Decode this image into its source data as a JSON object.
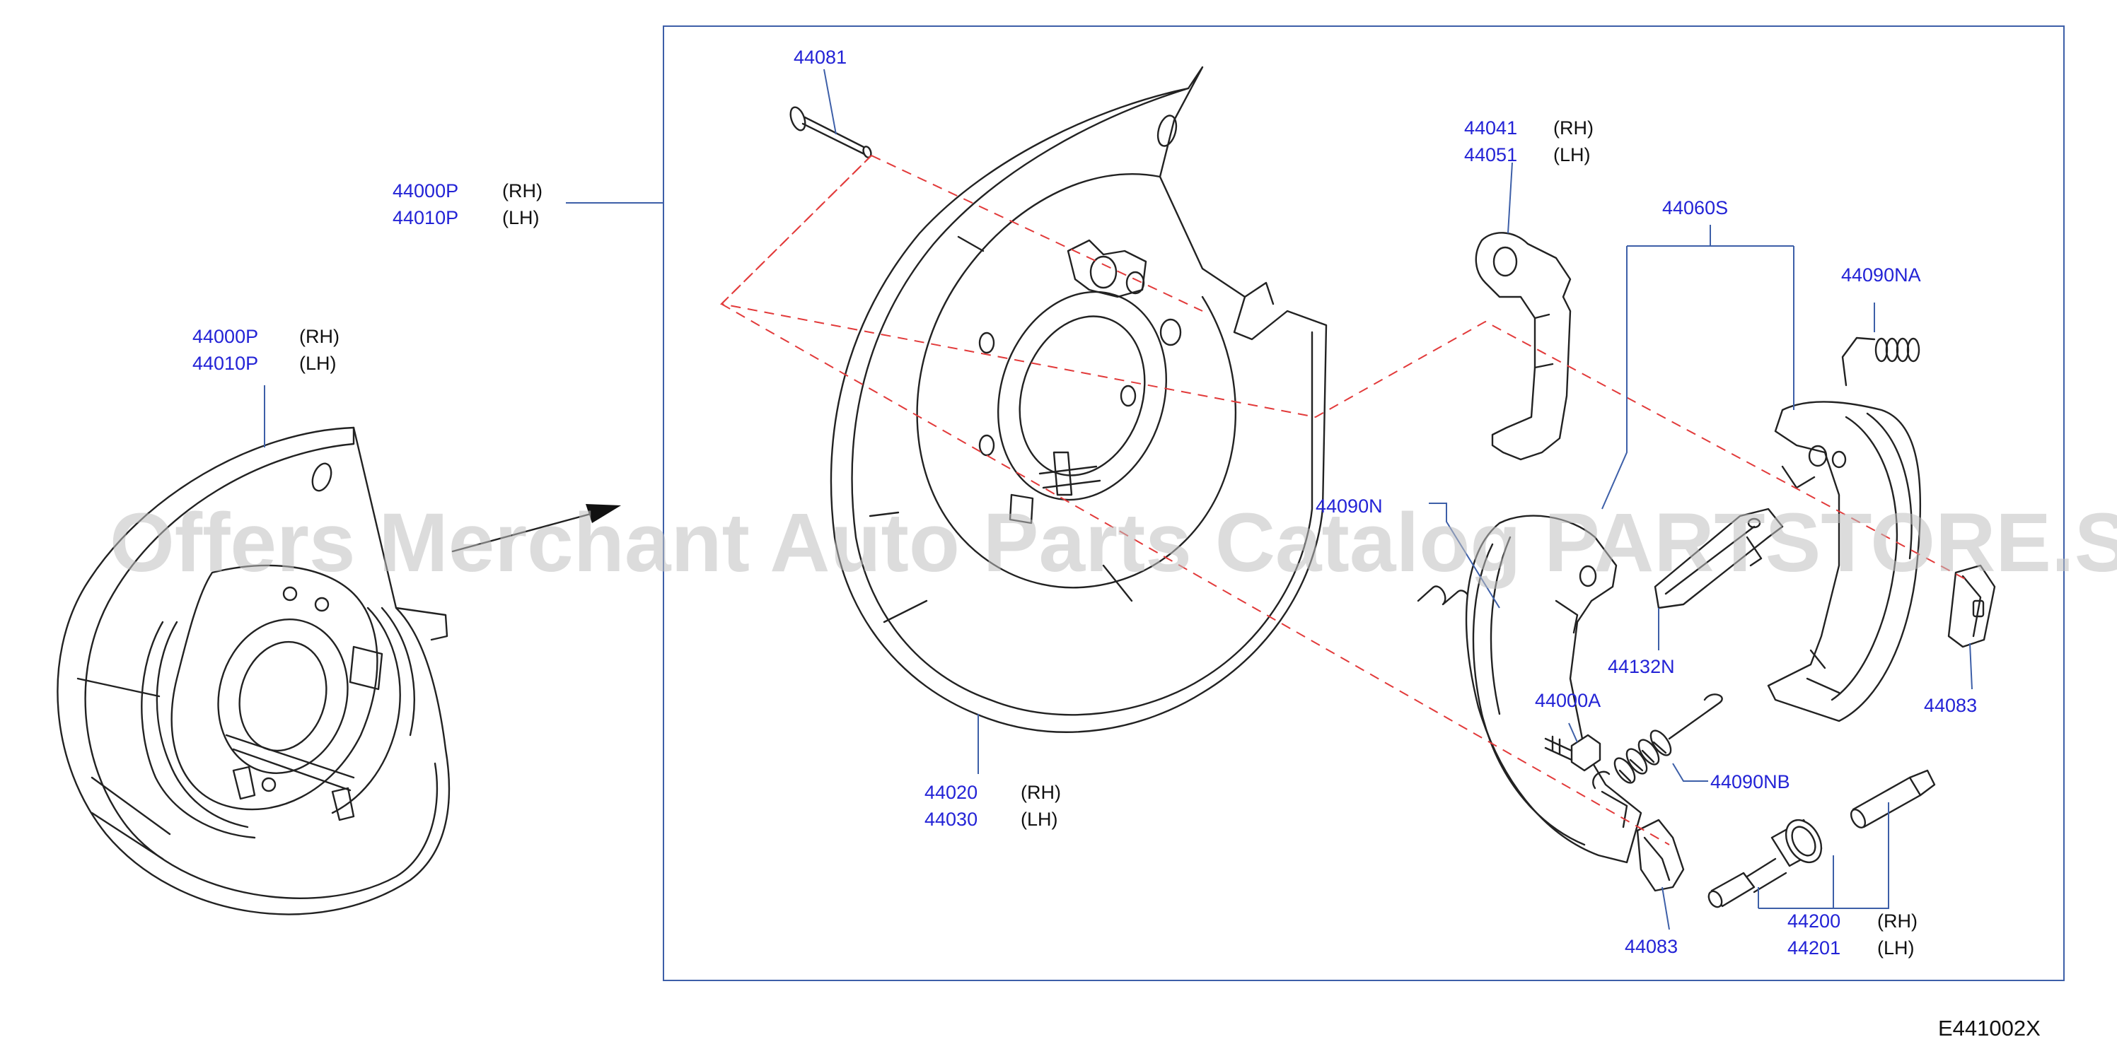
{
  "diagram_code": "E441002X",
  "watermark": "Offers Merchant Auto Parts Catalog PARTSTORE.SA",
  "callouts": {
    "assembly_outer": {
      "rh": "44000P",
      "rh_side": "(RH)",
      "lh": "44010P",
      "lh_side": "(LH)"
    },
    "assembly_inner": {
      "rh": "44000P",
      "rh_side": "(RH)",
      "lh": "44010P",
      "lh_side": "(LH)"
    },
    "pin": "44081",
    "plate": {
      "rh": "44020",
      "rh_side": "(RH)",
      "lh": "44030",
      "lh_side": "(LH)"
    },
    "lever": {
      "rh": "44041",
      "rh_side": "(RH)",
      "lh": "44051",
      "lh_side": "(LH)"
    },
    "shoe_set": "44060S",
    "spring_na": "44090NA",
    "spring_n": "44090N",
    "strut": "44132N",
    "bolt": "44000A",
    "spring_nb": "44090NB",
    "clip_right": "44083",
    "clip_bottom": "44083",
    "adjuster": {
      "rh": "44200",
      "rh_side": "(RH)",
      "lh": "44201",
      "lh_side": "(LH)"
    }
  },
  "colors": {
    "callout": "#2323d6",
    "leader": "#3d5fa8",
    "dashed_guide": "#e23a3a",
    "outline": "#222222",
    "watermark": "#bfbfbf"
  }
}
